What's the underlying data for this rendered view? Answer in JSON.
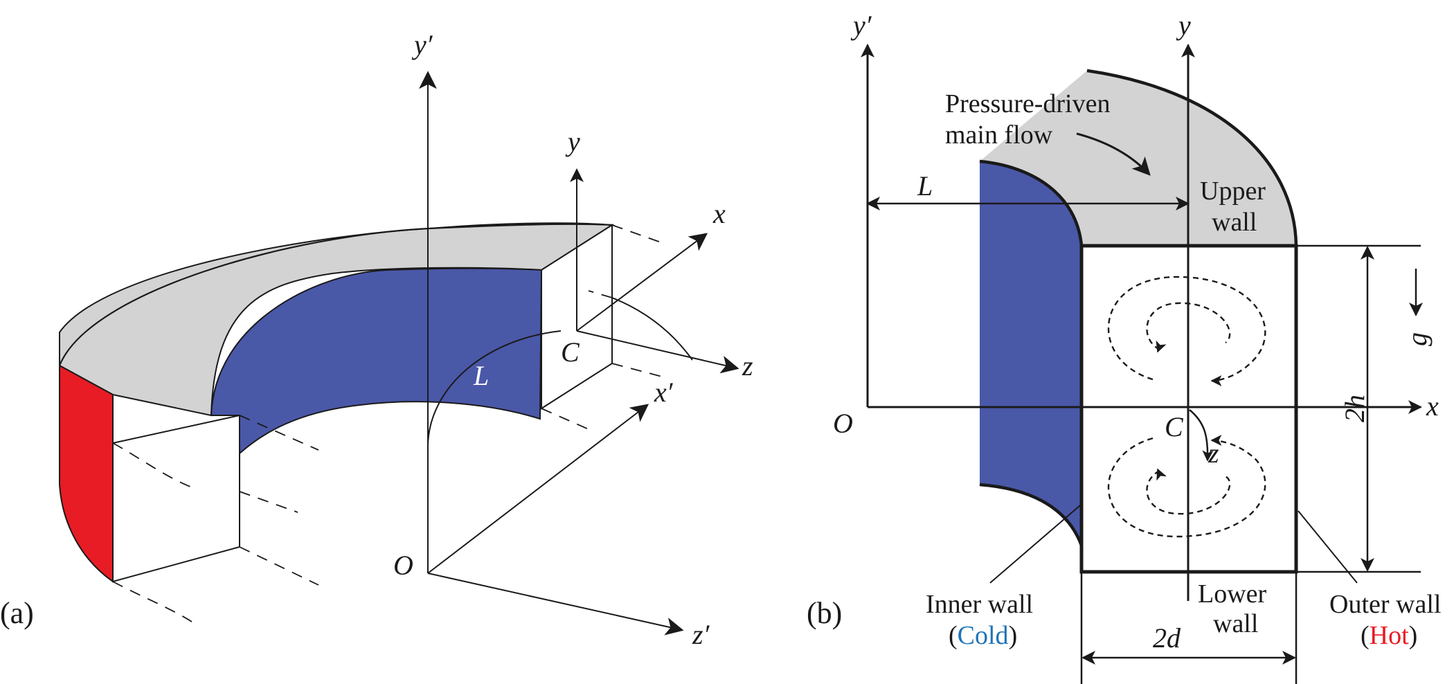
{
  "figure": {
    "panel_a": {
      "label": "(a)",
      "axis_labels": {
        "y_prime": "y′",
        "y": "y",
        "x": "x",
        "z": "z",
        "x_prime": "x′",
        "z_prime": "z′"
      },
      "point_labels": {
        "origin": "O",
        "center": "C",
        "radius": "L"
      }
    },
    "panel_b": {
      "label": "(b)",
      "axis_labels": {
        "y_prime": "y′",
        "y": "y",
        "x": "x",
        "z": "z"
      },
      "point_labels": {
        "origin": "O",
        "center": "C",
        "radius": "L"
      },
      "dimension_labels": {
        "height": "2h",
        "width": "2d",
        "gravity": "g"
      },
      "flow_label_line1": "Pressure-driven",
      "flow_label_line2": "main flow",
      "upper_wall_line1": "Upper",
      "upper_wall_line2": "wall",
      "lower_wall_line1": "Lower",
      "lower_wall_line2": "wall",
      "inner_wall_line1": "Inner wall",
      "inner_wall_paren_open": "(",
      "inner_wall_state": "Cold",
      "inner_wall_paren_close": ")",
      "outer_wall_line1": "Outer wall",
      "outer_wall_paren_open": "(",
      "outer_wall_state": "Hot",
      "outer_wall_paren_close": ")"
    },
    "colors": {
      "cold_wall": "#4a58a8",
      "hot_wall": "#e81c24",
      "upper_wall": "#d3d3d3",
      "cold_text": "#1f73b7",
      "hot_text": "#e81c24",
      "line": "#1a1a1a"
    }
  }
}
